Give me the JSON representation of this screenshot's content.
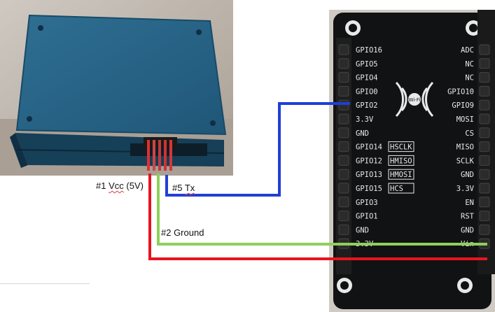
{
  "labels": {
    "vcc_prefix": "#1",
    "vcc_main": "Vcc",
    "vcc_suffix": "(5V)",
    "tx_prefix": "#5",
    "tx_main": "Tx",
    "ground": "#2 Ground"
  },
  "board": {
    "left_pins": [
      "GPIO16",
      "GPIO5",
      "GPIO4",
      "GPIO0",
      "GPIO2",
      "3.3V",
      "GND",
      "GPIO14",
      "GPIO12",
      "GPIO13",
      "GPIO15",
      "GPIO3",
      "GPIO1",
      "GND",
      "3.3V"
    ],
    "left_tags": [
      "HSCLK",
      "HMISO",
      "HMOSI",
      "HCS"
    ],
    "right_pins": [
      "ADC",
      "NC",
      "NC",
      "GPIO10",
      "GPIO9",
      "MOSI",
      "CS",
      "MISO",
      "SCLK",
      "GND",
      "3.3V",
      "EN",
      "RST",
      "GND",
      "Vin"
    ],
    "wifi_label": "Wi-Fi"
  },
  "wire_colors": {
    "vcc": "#e8141e",
    "tx": "#1f3fd6",
    "ground": "#8fcf5a"
  },
  "icons": {
    "wifi": "wifi-logo-icon"
  }
}
